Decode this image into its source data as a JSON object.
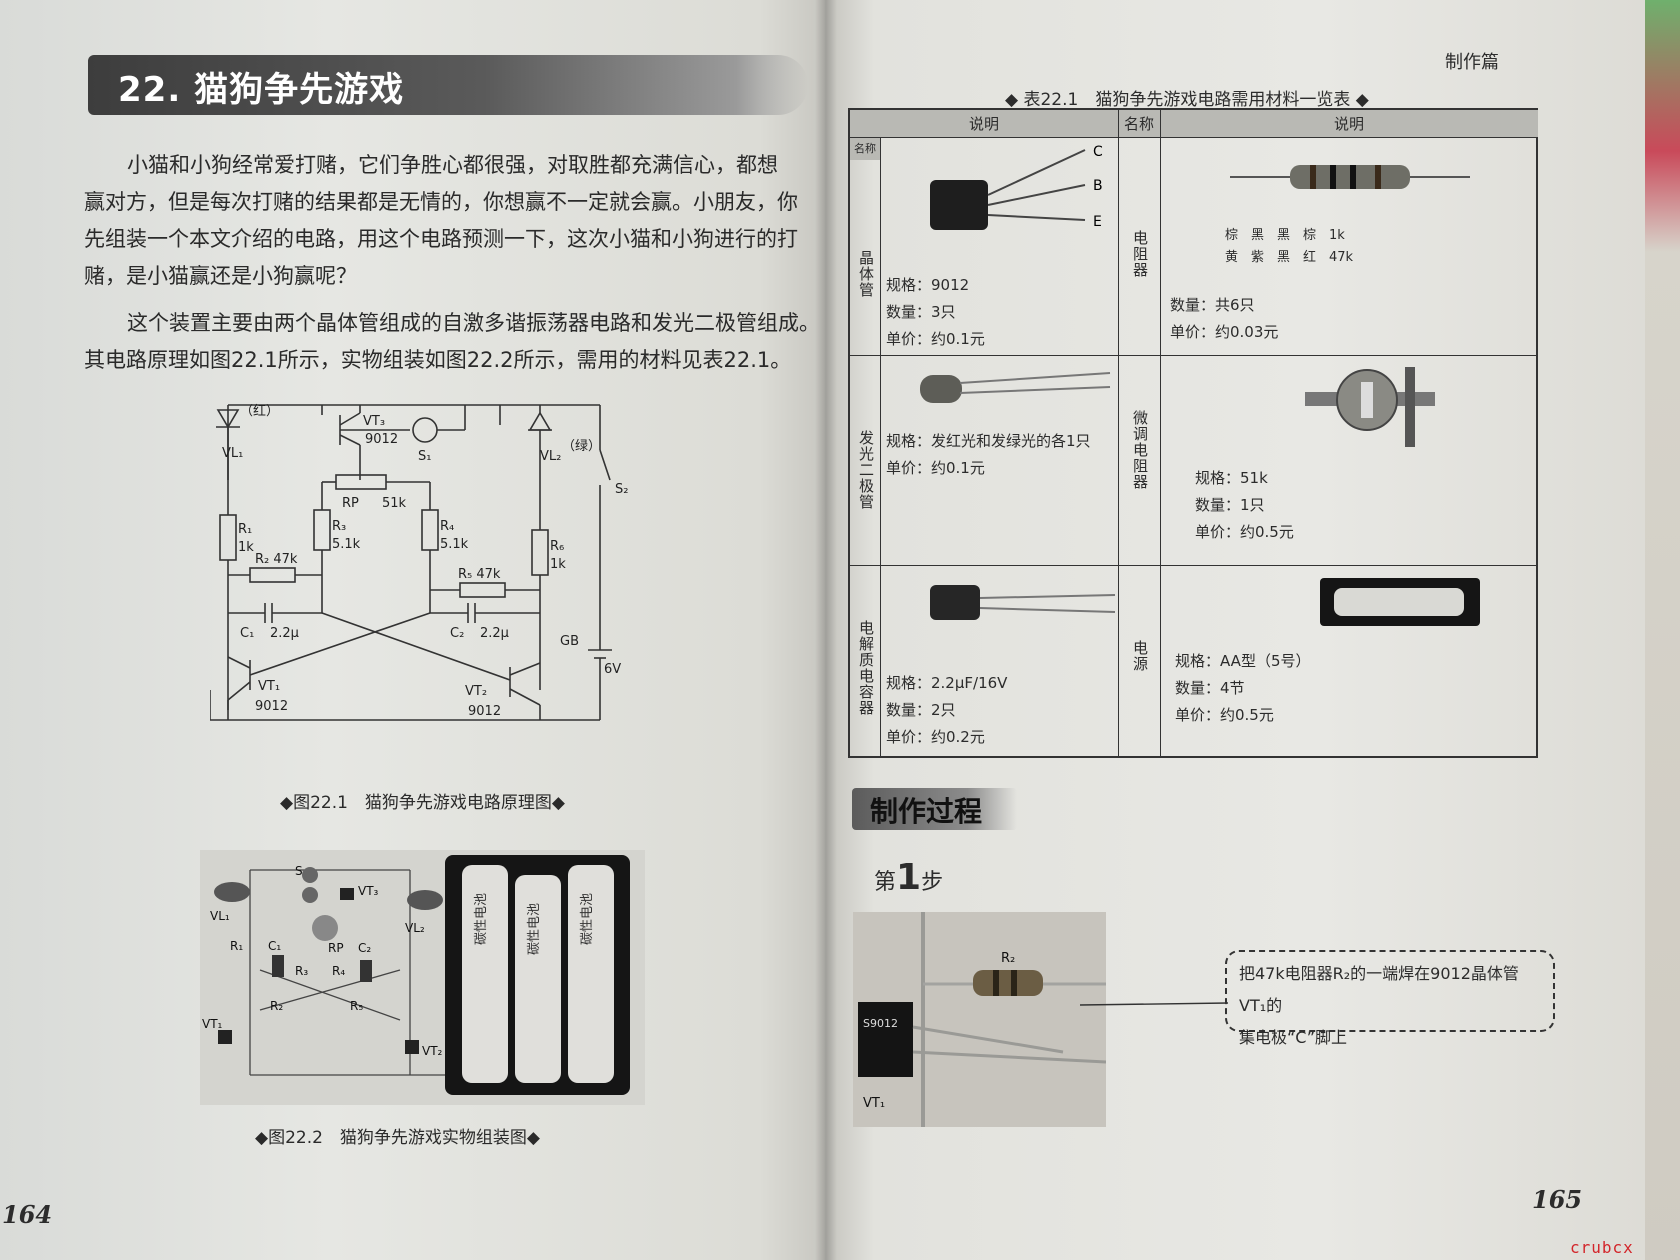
{
  "left_page": {
    "chapter_title": "22. 猫狗争先游戏",
    "paragraphs": [
      "小猫和小狗经常爱打赌，它们争胜心都很强，对取胜都充满信心，都想",
      "赢对方，但是每次打赌的结果都是无情的，你想赢不一定就会赢。小朋友，你",
      "先组装一个本文介绍的电路，用这个电路预测一下，这次小猫和小狗进行的打",
      "赌，是小猫赢还是小狗赢呢？",
      "这个装置主要由两个晶体管组成的自激多谐振荡器电路和发光二极管组成。",
      "其电路原理如图22.1所示，实物组装如图22.2所示，需用的材料见表22.1。"
    ],
    "schematic_labels": {
      "vl1": "VL₁",
      "vl1_color": "（红）",
      "vt3": "VT₃",
      "vt3_model": "9012",
      "s1": "S₁",
      "vl2": "VL₂",
      "vl2_color": "（绿）",
      "s2": "S₂",
      "rp": "RP",
      "rp_val": "51k",
      "r1": "R₁",
      "r1_val": "1k",
      "r3": "R₃",
      "r3_val": "5.1k",
      "r4": "R₄",
      "r4_val": "5.1k",
      "r6": "R₆",
      "r6_val": "1k",
      "r2": "R₂ 47k",
      "r5": "R₅ 47k",
      "c1": "C₁",
      "c1_val": "2.2μ",
      "c2": "C₂",
      "c2_val": "2.2μ",
      "gb": "GB",
      "gb_val": "6V",
      "vt1": "VT₁",
      "vt1_model": "9012",
      "vt2": "VT₂",
      "vt2_model": "9012"
    },
    "figure1_caption": "◆图22.1　猫狗争先游戏电路原理图◆",
    "assembly_labels": {
      "vl1": "VL₁",
      "s": "S",
      "vt3": "VT₃",
      "rp": "RP",
      "vl2": "VL₂",
      "r1": "R₁",
      "c1": "C₁",
      "r3": "R₃",
      "r4": "R₄",
      "c2": "C₂",
      "r2": "R₂",
      "r5": "R₅",
      "vt1": "VT₁",
      "vt2": "VT₂",
      "battery_text": "碳性电池"
    },
    "figure2_caption": "◆图22.2　猫狗争先游戏实物组装图◆",
    "page_number": "164"
  },
  "right_page": {
    "section": "制作篇",
    "table_title": "◆ 表22.1　猫狗争先游戏电路需用材料一览表 ◆",
    "table_headers": {
      "name1": "名称",
      "desc1": "说明",
      "name2": "名称",
      "desc2": "说明"
    },
    "rows": [
      {
        "left_name": "晶体管",
        "left_lines": [
          "规格：9012",
          "数量：3只",
          "单价：约0.1元"
        ],
        "left_pins": [
          "C",
          "B",
          "E"
        ],
        "right_name": "电阻器",
        "right_lines": [
          "数量：共6只",
          "单价：约0.03元"
        ],
        "right_colors_1": "棕　黑　黑　棕　1k",
        "right_colors_2": "黄　紫　黑　红　47k"
      },
      {
        "left_name": "发光二极管",
        "left_lines": [
          "规格：发红光和发绿光的各1只",
          "单价：约0.1元"
        ],
        "right_name": "微调电阻器",
        "right_lines": [
          "规格：51k",
          "数量：1只",
          "单价：约0.5元"
        ]
      },
      {
        "left_name": "电解质电容器",
        "left_lines": [
          "规格：2.2μF/16V",
          "数量：2只",
          "单价：约0.2元"
        ],
        "right_name": "电源",
        "right_lines": [
          "规格：AA型（5号）",
          "数量：4节",
          "单价：约0.5元"
        ]
      }
    ],
    "process_title": "制作过程",
    "step_prefix": "第",
    "step_number": "1",
    "step_suffix": "步",
    "step_photo_labels": {
      "r2": "R₂",
      "vt1": "VT₁",
      "chip": "S9012"
    },
    "step_callout_line1": "把47k电阻器R₂的一端焊在9012晶体管VT₁的",
    "step_callout_line2": "集电极“C”脚上",
    "page_number": "165"
  },
  "watermark": "crubcx"
}
